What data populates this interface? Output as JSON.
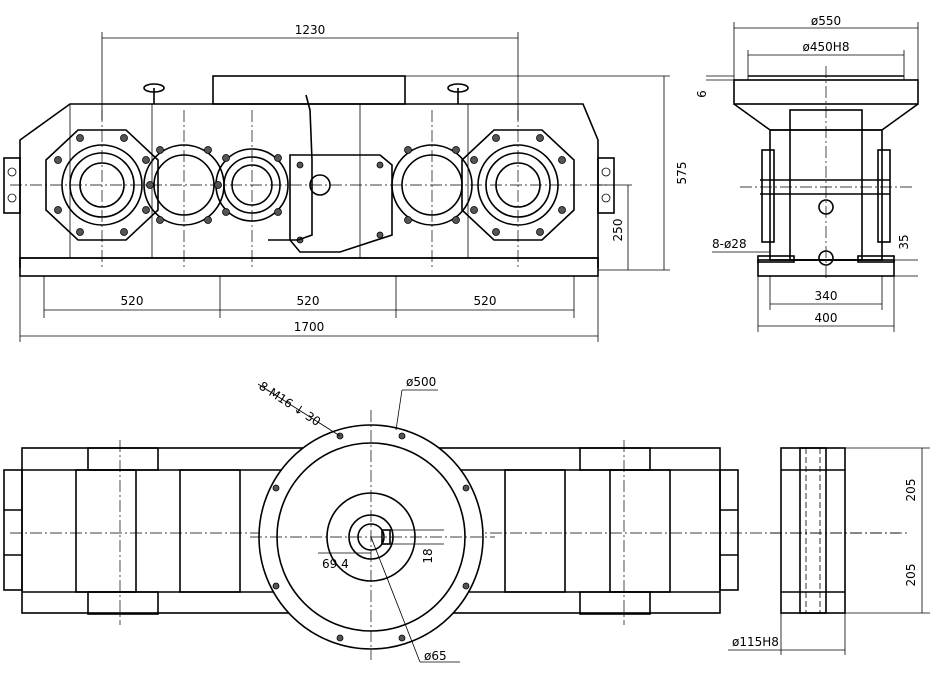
{
  "drawing": {
    "front_view": {
      "overall_length": "1230",
      "overall_height": "575",
      "shaft_height": "250",
      "spacing_1": "520",
      "spacing_2": "520",
      "spacing_3": "520",
      "base_length": "1700"
    },
    "side_view": {
      "flange_diameter": "ø550",
      "spigot_diameter": "ø450H8",
      "flange_thickness": "6",
      "foot_holes": "8-ø28",
      "foot_height": "35",
      "bolt_spacing": "340",
      "base_width": "400"
    },
    "plan_view": {
      "tapped_holes": "8-M16 ↓ 30",
      "wheel_diameter": "ø500",
      "keyway_depth": "69.4",
      "key_width": "18",
      "bore_diameter": "ø65"
    },
    "end_view": {
      "offset_upper": "205",
      "offset_lower": "205",
      "bore_diameter": "ø115H8"
    }
  }
}
